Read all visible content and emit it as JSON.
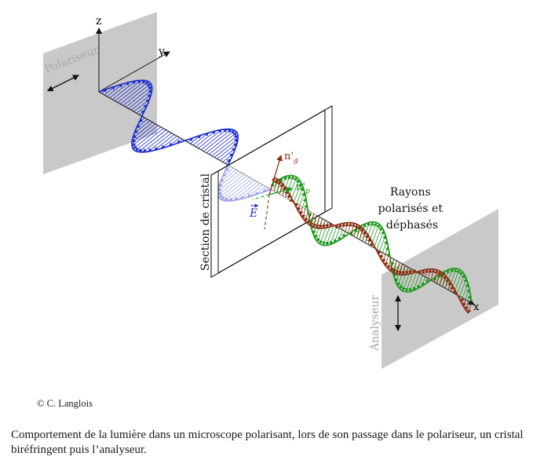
{
  "labels": {
    "polarizer": "Polariseur",
    "analyzer": "Analyseur",
    "crystal_section": "Section de cristal",
    "axis_z": "z",
    "axis_y": "y",
    "axis_x": "x",
    "field_vector": "E",
    "index_g": "n'",
    "index_g_sub": "g",
    "index_p": "n'",
    "index_p_sub": "p",
    "rays_line1": "Rayons",
    "rays_line2": "polarisés et",
    "rays_line3": "déphasés"
  },
  "colors": {
    "incident_wave": "#1f2fd0",
    "fast_wave": "#1f9a1f",
    "slow_wave": "#8b2e12",
    "panel": "#c9c9c9",
    "panel_label": "#a8a8a8",
    "ink": "#111111"
  },
  "copyright": "© C. Langlois",
  "caption": "Comportement de la lumière dans un microscope polarisant, lors de son passage dans le polariseur, un cristal biréfringent puis l’analyseur."
}
